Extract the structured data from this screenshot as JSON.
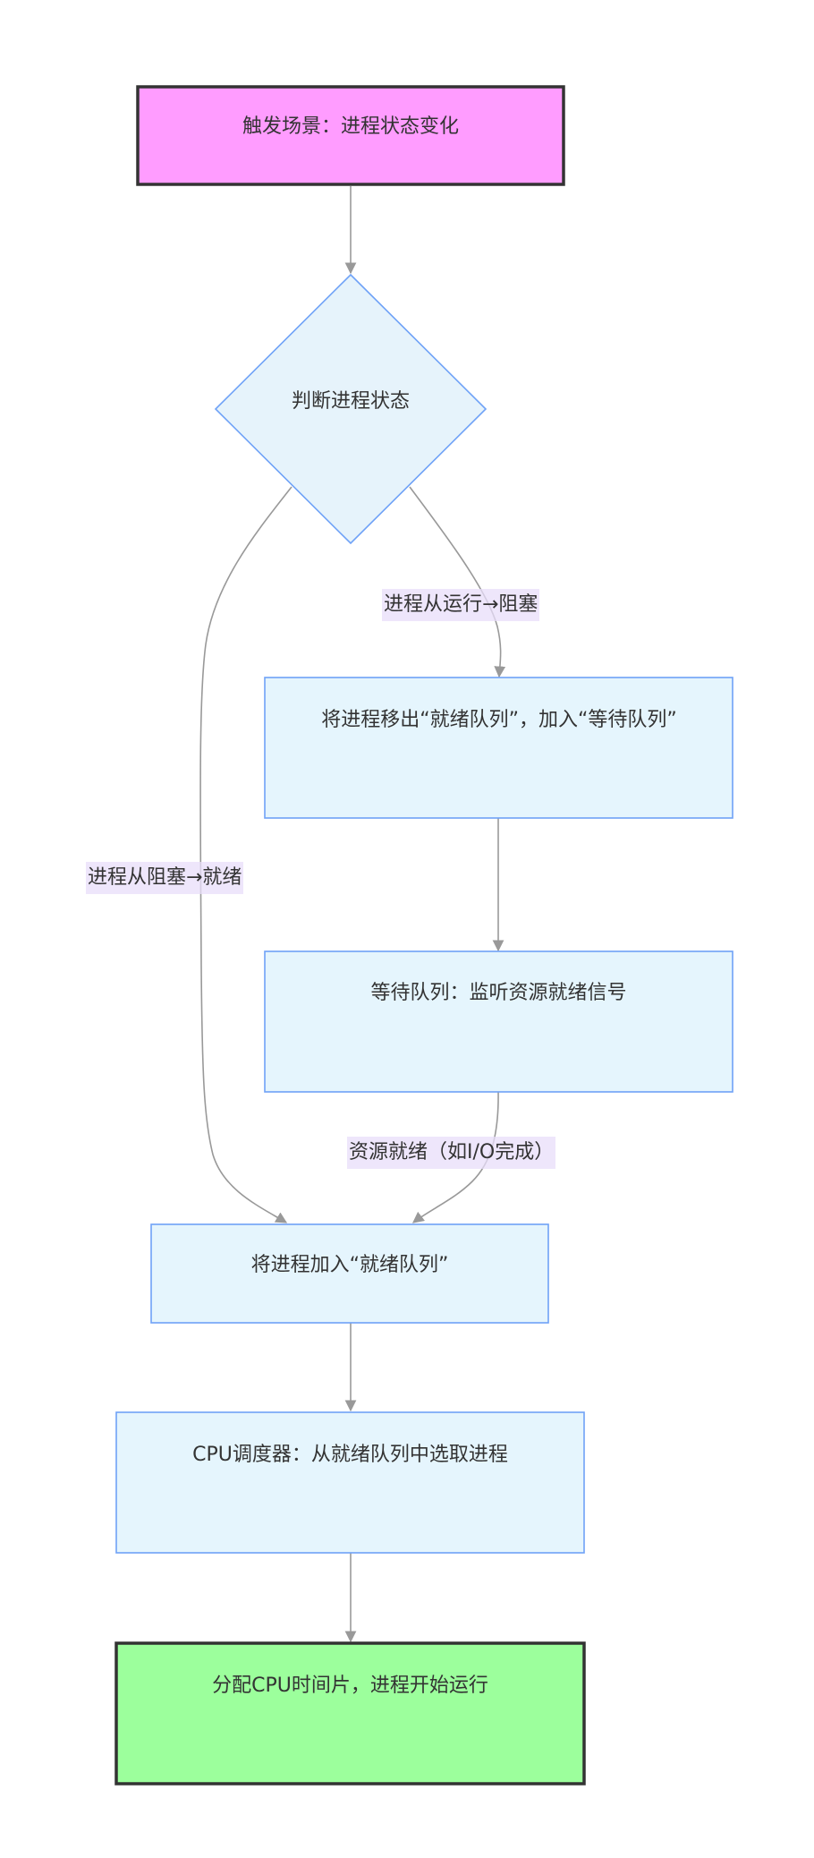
{
  "nodes": {
    "trigger": {
      "label": "触发场景：进程状态变化",
      "fill": "#ff9cff",
      "stroke": "#333333"
    },
    "decision": {
      "label": "判断进程状态",
      "fill": "#e6f3fb",
      "stroke": "#6fa2f7"
    },
    "move_to_wait": {
      "label": "将进程移出“就绪队列”，加入“等待队列”",
      "fill": "#e5f5fd",
      "stroke": "#6fa2f7"
    },
    "wait_queue": {
      "label": "等待队列：监听资源就绪信号",
      "fill": "#e5f5fd",
      "stroke": "#6fa2f7"
    },
    "add_ready": {
      "label": "将进程加入“就绪队列”",
      "fill": "#e5f5fd",
      "stroke": "#6fa2f7"
    },
    "scheduler": {
      "label": "CPU调度器：从就绪队列中选取进程",
      "fill": "#e5f5fd",
      "stroke": "#6fa2f7"
    },
    "run": {
      "label": "分配CPU时间片，进程开始运行",
      "fill": "#9cff9c",
      "stroke": "#333333"
    }
  },
  "edges": {
    "run_to_block": {
      "label": "进程从运行→阻塞"
    },
    "block_to_ready": {
      "label": "进程从阻塞→就绪"
    },
    "resource_ready": {
      "label": "资源就绪（如I/O完成）"
    }
  },
  "colors": {
    "edge": "#999999",
    "edge_label_bg": "#e8ddfa"
  }
}
